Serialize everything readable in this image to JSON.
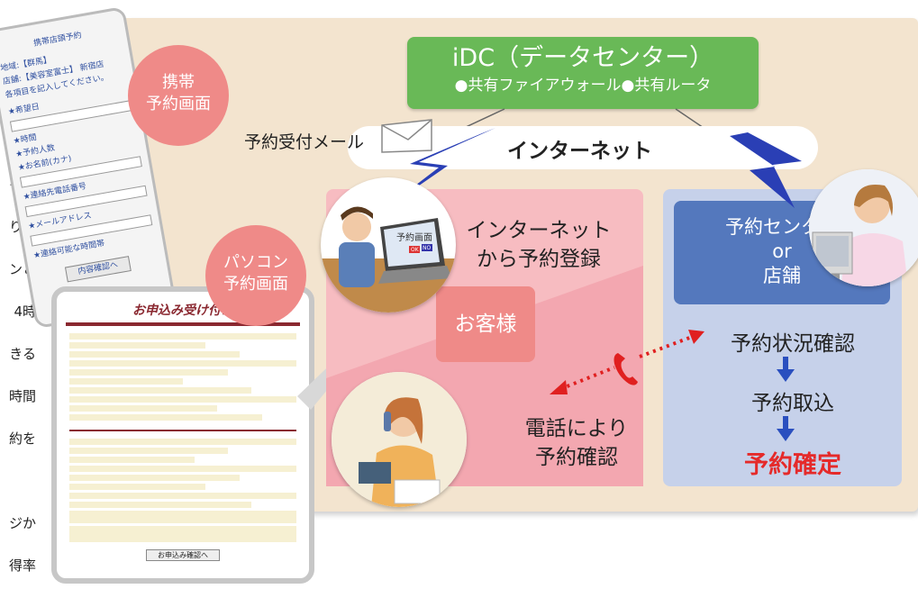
{
  "left_fragments": [
    "イン",
    "り申",
    "ンと",
    "4時",
    "きる",
    "時間",
    "約を",
    "",
    "ジか",
    "得率"
  ],
  "badges": {
    "mobile": [
      "携帯",
      "予約画面"
    ],
    "pc": [
      "パソコン",
      "予約画面"
    ]
  },
  "idc": {
    "title": "iDC（データセンター）",
    "subtitle": "●共有ファイアウォール●共有ルータ"
  },
  "mail_label": "予約受付メール",
  "internet_label": "インターネット",
  "customer": {
    "register_line1": "インターネット",
    "register_line2": "から予約登録",
    "customer_label": "お客様",
    "phone_line1": "電話により",
    "phone_line2": "予約確認"
  },
  "center": {
    "line1": "予約センター",
    "line2": "or",
    "line3": "店舗",
    "steps": [
      "予約状況確認",
      "予約取込",
      "予約確定"
    ]
  },
  "mobile_screen": {
    "header": "携帯店頭予約",
    "lines": [
      "地域:【群馬】",
      "店舗:【美容室富士】 新宿店",
      "各項目を記入してください。",
      "★希望日",
      "★時間",
      "★予約人数",
      "★お名前(カナ)",
      "★連絡先電話番号",
      "★メールアドレス",
      "★連絡可能な時間帯"
    ],
    "button": "内容確認へ"
  },
  "pc_screen": {
    "title": "お申込み受け付け",
    "button": "お申込み確認へ"
  },
  "illustration_text": {
    "laptop_screen": "予約画面",
    "laptop_btn_ok": "OK",
    "laptop_btn_no": "NO"
  },
  "colors": {
    "idc_green": "#69b957",
    "customer_pink": "#f7bcc1",
    "customer_label_bg": "#ef8a88",
    "center_blue_bg": "#c6d1ea",
    "center_label_blue": "#5478bd",
    "confirm_red": "#e52a2a",
    "arrow_blue": "#2a4fbf",
    "bolt_blue": "#2a3fb5"
  }
}
